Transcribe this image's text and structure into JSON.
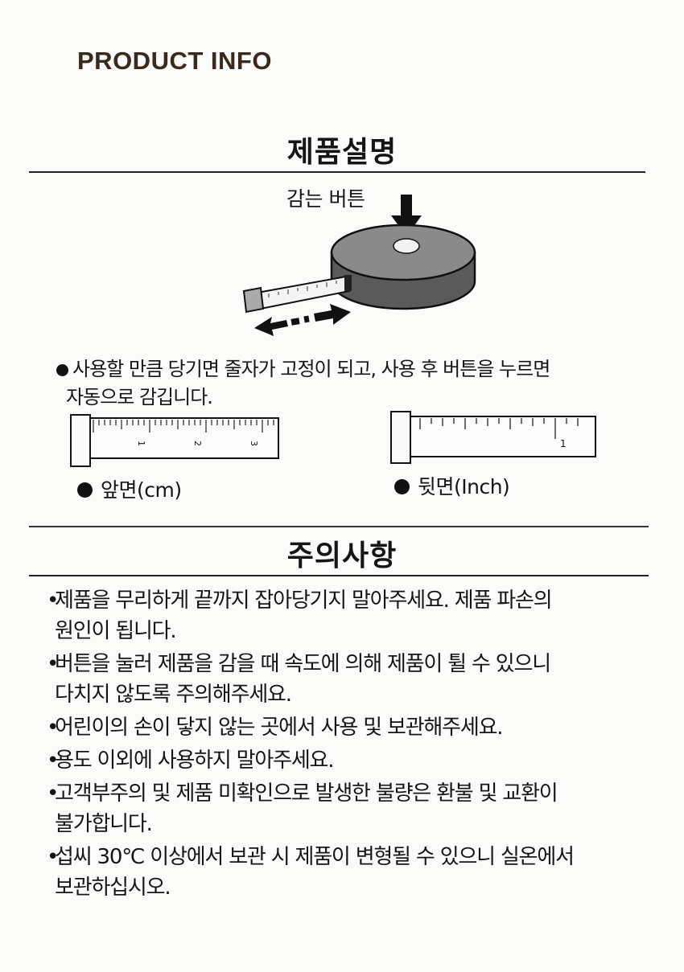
{
  "header": {
    "title": "PRODUCT INFO"
  },
  "product_description": {
    "heading": "제품설명",
    "button_label": "감는 버튼",
    "description_lines": [
      "사용할 만큼 당기면 줄자가 고정이 되고, 사용 후 버튼을 누르면",
      "자동으로 감깁니다."
    ],
    "front": {
      "label": "앞면(cm)",
      "ticks": [
        "1",
        "2",
        "3"
      ]
    },
    "back": {
      "label": "뒷면(Inch)",
      "ticks": [
        "1"
      ]
    }
  },
  "cautions": {
    "heading": "주의사항",
    "bullet": "•",
    "items": [
      {
        "lines": [
          "제품을 무리하게 끝까지 잡아당기지 말아주세요. 제품 파손의",
          "원인이 됩니다."
        ]
      },
      {
        "lines": [
          "버튼을 눌러 제품을 감을 때 속도에 의해 제품이 튈 수 있으니",
          "다치지 않도록 주의해주세요."
        ]
      },
      {
        "lines": [
          "어린이의 손이 닿지 않는 곳에서 사용 및 보관해주세요."
        ]
      },
      {
        "lines": [
          "용도 이외에 사용하지 말아주세요."
        ]
      },
      {
        "lines": [
          "고객부주의 및 제품 미확인으로 발생한 불량은 환불 및 교환이",
          "불가합니다."
        ]
      },
      {
        "lines": [
          "섭씨 30℃ 이상에서 보관 시 제품이 변형될 수 있으니 실온에서",
          "보관하십시오."
        ]
      }
    ]
  },
  "colors": {
    "header_text": "#3a2a1e",
    "text": "#151515",
    "background": "#fbfbfa"
  }
}
